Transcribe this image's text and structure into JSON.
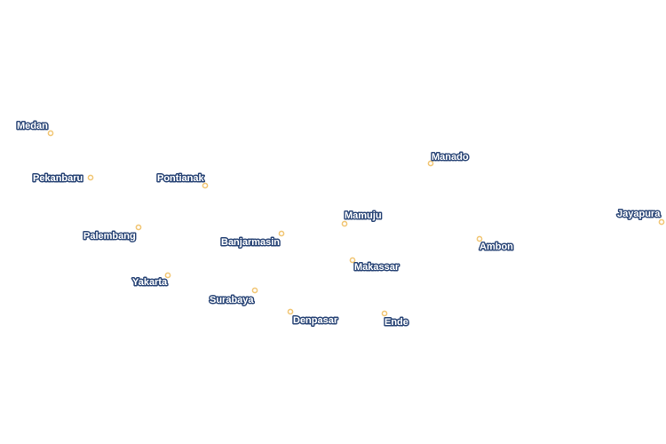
{
  "map": {
    "marker_fill": "#ffffff",
    "marker_stroke": "#f2c879",
    "label_fill": "#ffffff",
    "label_halo": "#2f4a7a",
    "cities": [
      {
        "id": "medan",
        "name": "Medan"
      },
      {
        "id": "pekanbaru",
        "name": "Pekanbaru"
      },
      {
        "id": "pontianak",
        "name": "Pontianak"
      },
      {
        "id": "manado",
        "name": "Manado"
      },
      {
        "id": "palembang",
        "name": "Palembang"
      },
      {
        "id": "banjarmasin",
        "name": "Banjarmasin"
      },
      {
        "id": "mamuju",
        "name": "Mamuju"
      },
      {
        "id": "jayapura",
        "name": "Jayapura"
      },
      {
        "id": "ambon",
        "name": "Ambon"
      },
      {
        "id": "makassar",
        "name": "Makassar"
      },
      {
        "id": "yakarta",
        "name": "Yakarta"
      },
      {
        "id": "surabaya",
        "name": "Surabaya"
      },
      {
        "id": "denpasar",
        "name": "Denpasar"
      },
      {
        "id": "ende",
        "name": "Ende"
      }
    ]
  }
}
